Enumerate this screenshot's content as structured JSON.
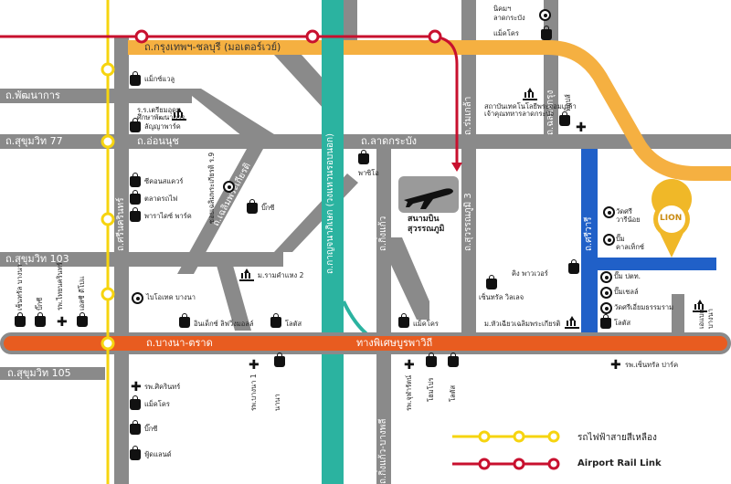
{
  "colors": {
    "road": "#8a8a8a",
    "yellow_line": "#f6d40f",
    "red_line": "#c8102e",
    "motorway": "#f5b041",
    "orange_road": "#e85c20",
    "teal_road": "#2bb3a0",
    "blue_road": "#2060c8",
    "pin": "#f0b828"
  },
  "roads": {
    "chonburi_motorway": "ถ.กรุงเทพฯ-ชลบุรี (มอเตอร์เวย์)",
    "phatthanakan": "ถ.พัฒนาการ",
    "sukhumvit77": "ถ.สุขุมวิท 77",
    "onnut": "ถ.อ่อนนุช",
    "latkrabang": "ถ.ลาดกระบัง",
    "sukhumvit103": "ถ.สุขุมวิท 103",
    "sukhumvit105": "ถ.สุขุมวิท 105",
    "bangna_trat": "ถ.บางนา-ตราด",
    "expressway": "ทางพิเศษบูรพาวิถี",
    "srinakarin": "ถ.ศรีนครินทร์",
    "chaloem_phrakiat": "ถ.เฉลิมพระเกียรติ",
    "kanchanaphisek": "ถ.กาญจนาภิเษก (วงแหวนรอบนอก)",
    "kingkaew": "ถ.กิ่งแก้ว",
    "kingkaew_bangphli": "ถ.กิ่งแก้ว-บางพลี",
    "suvarnabhumi3": "ถ.สุวรรณภูมิ 3",
    "romklao": "ถ.ร่มเกล้า",
    "chalongkrung": "ถ.ฉลองกรุง",
    "sriwara": "ถ.ศรีวารี",
    "soi_chaloem9": "ซอยเฉลิมพระเกียรติ ร.9"
  },
  "places": {
    "makro_top": "แม็คโคร",
    "nikhom": "นิคมฯ",
    "nikhom2": "ลาดกระบัง",
    "makro_lat": "แม็คโคร",
    "max_value1": "แม็กซ์แวลู",
    "school_rajamangala": "ร.ร.เตรียมอุดม",
    "school_rajamangala2": "ศึกษาพัฒนาการ",
    "nuanchan_park": "ลัญญาพาร์ค",
    "lat_inst": "สถาบันเทคโนโลยีพระจอมเกล้า",
    "lat_inst2": "เจ้าคุณทหารลาดกระบัง",
    "tops": "ท็อปส์",
    "seacon": "ซีคอนสแควร์",
    "talad_rotfai": "ตลาดรถไฟ",
    "paradise": "พาราไดซ์ พาร์ค",
    "bigc1": "บิ๊กซี",
    "tesco_lat": "พาซิโอ",
    "airport1": "สนามบิน",
    "airport2": "สุวรรณภูมิ",
    "wat_sriwari": "วัดศรี",
    "wat_sriwari2": "วารีน้อย",
    "pump": "ปั๊ม",
    "pump2": "คาลเท็กซ์",
    "ram2": "ม.รามคำแหง 2",
    "king_power": "คิง พาวเวอร์",
    "central_village": "เซ็นทรัล วิลเลจ",
    "pump_ptt": "ปั๊ม ปตท.",
    "pump_shell": "ปั๊มเชลล์",
    "wat_srisuthat": "วัดศรีเอี่ยมธรรมราม",
    "unilever": "ไบโอเทค บางนา",
    "index": "อินเด็กซ์ ลิฟวิ่งมอลล์",
    "lotus1": "โลตัส",
    "makro2": "แม็คโคร",
    "hua_chiew": "ม.หัวเฉียวเฉลิมพระเกียรติ",
    "lotus2": "โลตัส",
    "mega_bangna": "เอแบค",
    "mega_bangna2": "บางนา",
    "central_bn": "เซ็นทรัล บางนา",
    "paradise2": "รพ.ไทยนครินทร์",
    "cross_bn": "เอสซี ดีโปแ",
    "bigc_bn": "บิ๊กซี",
    "central_park": "รพ.เซ็นทรัล ปาร์ค",
    "hospital_srinakarin": "รพ.ศิครินทร์",
    "makro3": "แม็คโคร",
    "bigc3": "บิ๊กซี",
    "foodland": "ฟู้ดแลนด์",
    "hosp_bangna1": "รพ.บางนา 1",
    "nana": "นานา",
    "hosp_chularat": "รพ.จุฬารัตน์",
    "homepro": "โฮมโปร",
    "lotus3": "โลตัส",
    "lion_logo": "LION"
  },
  "legend": {
    "yellow": "รถไฟฟ้าสายสีเหลือง",
    "red": "Airport Rail Link"
  }
}
